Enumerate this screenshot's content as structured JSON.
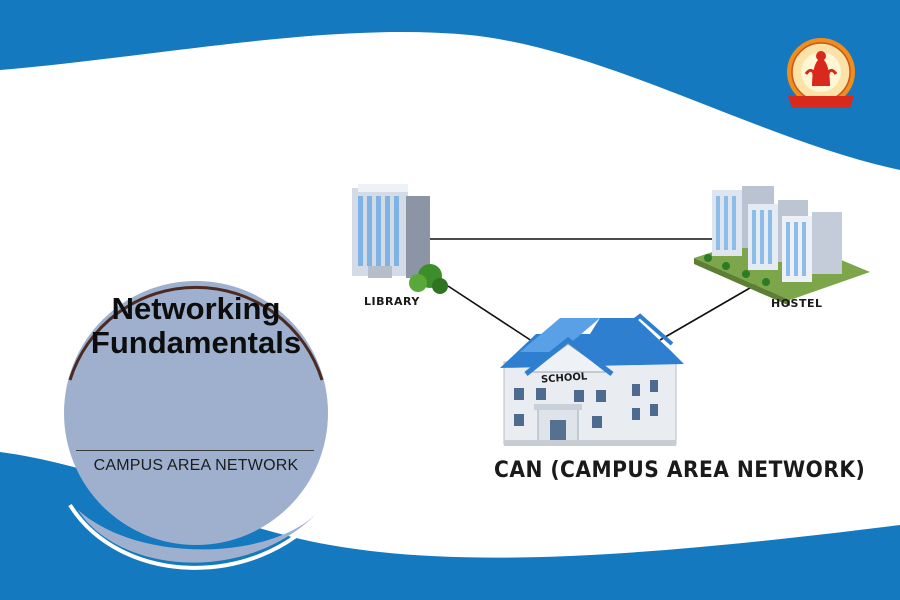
{
  "title": {
    "line1": "Networking",
    "line2": "Fundamentals",
    "subtitle": "CAMPUS AREA NETWORK"
  },
  "diagram": {
    "caption": "CAN (CAMPUS AREA NETWORK)",
    "nodes": {
      "library": "LIBRARY",
      "hostel": "HOSTEL",
      "school": "SCHOOL"
    }
  },
  "colors": {
    "band_blue": "#1479be",
    "circle_fill": "#9fb0cf",
    "circle_ring": "#4a2a22",
    "roof_blue": "#2f7fd0",
    "logo_orange": "#f18d1c",
    "logo_red": "#d8291c"
  },
  "icons": [
    "college-logo-icon",
    "library-building-icon",
    "hostel-buildings-icon",
    "school-building-icon"
  ]
}
